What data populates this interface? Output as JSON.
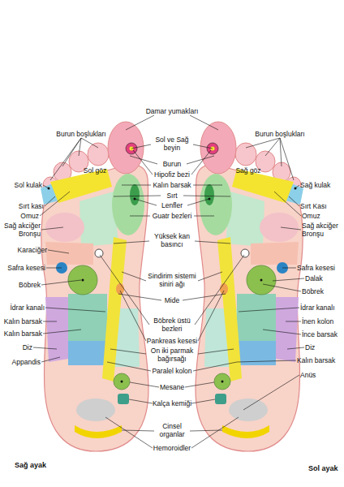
{
  "diagram": {
    "labels": [
      "Damar yumakları",
      "Burun boşlukları",
      "Burun boşlukları",
      "Sol ve Sağ beyin",
      "Burun",
      "Hipofiz bezi",
      "Kalın barsak",
      "Sırt",
      "Lenfler",
      "Guatr bezleri",
      "Yüksek kan basıncı",
      "Sindirim sistemi siniri ağı",
      "Mide",
      "Böbrek üstü bezleri",
      "Pankreas kesesi",
      "On iki parmak bağırsağı",
      "Paralel kolon",
      "Mesane",
      "Kalça kemiği",
      "Cinsel organlar",
      "Hemoroidler",
      "Sol göz",
      "Sağ göz",
      "Sol kulak",
      "Sırt kası",
      "Omuz",
      "Sağ akciğer Bronşu",
      "Karaciğer",
      "Safra kesesi",
      "Böbrek",
      "İdrar kanalı",
      "Kalın barsak",
      "Kalın barsak",
      "Diz",
      "Appandis",
      "Sağ kulak",
      "Sırt Kası",
      "Omuz",
      "Sağ akciğer Bronşu",
      "Safra kesesi",
      "Dalak",
      "Böbrek",
      "İdrar kanalı",
      "İnen kolon",
      "İnce barsak",
      "Diz",
      "Kalın barsak",
      "Anüs",
      "Sağ ayak",
      "Sol ayak"
    ]
  }
}
